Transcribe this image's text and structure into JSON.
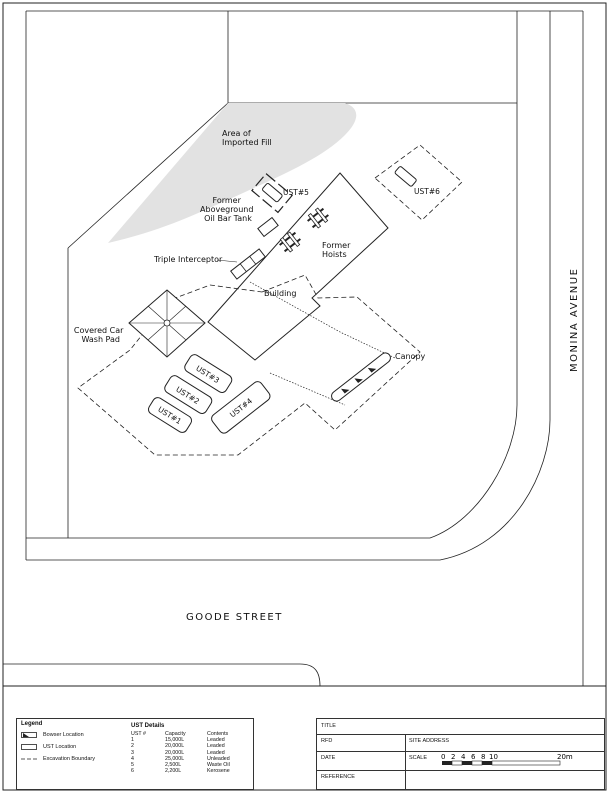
{
  "map": {
    "street_main": "GOODE STREET",
    "street_side": "MONINA AVENUE",
    "labels": {
      "fill": [
        "Area of",
        "Imported Fill"
      ],
      "oil_tank": [
        "Former",
        "Aboveground",
        "Oil Bar Tank"
      ],
      "hoists": [
        "Former",
        "Hoists"
      ],
      "interceptor": "Triple Interceptor",
      "building": "Building",
      "car_wash": [
        "Covered Car",
        "Wash Pad"
      ],
      "canopy": "Canopy",
      "ust1": "UST#1",
      "ust2": "UST#2",
      "ust3": "UST#3",
      "ust4": "UST#4",
      "ust5": "UST#5",
      "ust6": "UST#6"
    }
  },
  "legend": {
    "title": "Legend",
    "items": [
      {
        "label": "Bowser Location",
        "icon": "bowser-icon"
      },
      {
        "label": "UST Location",
        "icon": "ust-rect-icon"
      },
      {
        "label": "Excavation Boundary",
        "icon": "dashed-line-icon"
      }
    ]
  },
  "ust_details": {
    "title": "UST Details",
    "headers": [
      "UST #",
      "Capacity",
      "Contents"
    ],
    "rows": [
      [
        "1",
        "15,000L",
        "Leaded"
      ],
      [
        "2",
        "20,000L",
        "Leaded"
      ],
      [
        "3",
        "20,000L",
        "Leaded"
      ],
      [
        "4",
        "25,000L",
        "Unleaded"
      ],
      [
        "5",
        "2,500L",
        "Waste Oil"
      ],
      [
        "6",
        "2,200L",
        "Kerosene"
      ]
    ]
  },
  "title_block": {
    "title_label": "TITLE",
    "rfd_label": "RFD",
    "site_address_label": "SITE ADDRESS",
    "date_label": "DATE",
    "scale_label": "SCALE",
    "scale_ticks": [
      "0",
      "2",
      "4",
      "6",
      "8",
      "10",
      "20m"
    ],
    "reference_label": "REFERENCE"
  }
}
